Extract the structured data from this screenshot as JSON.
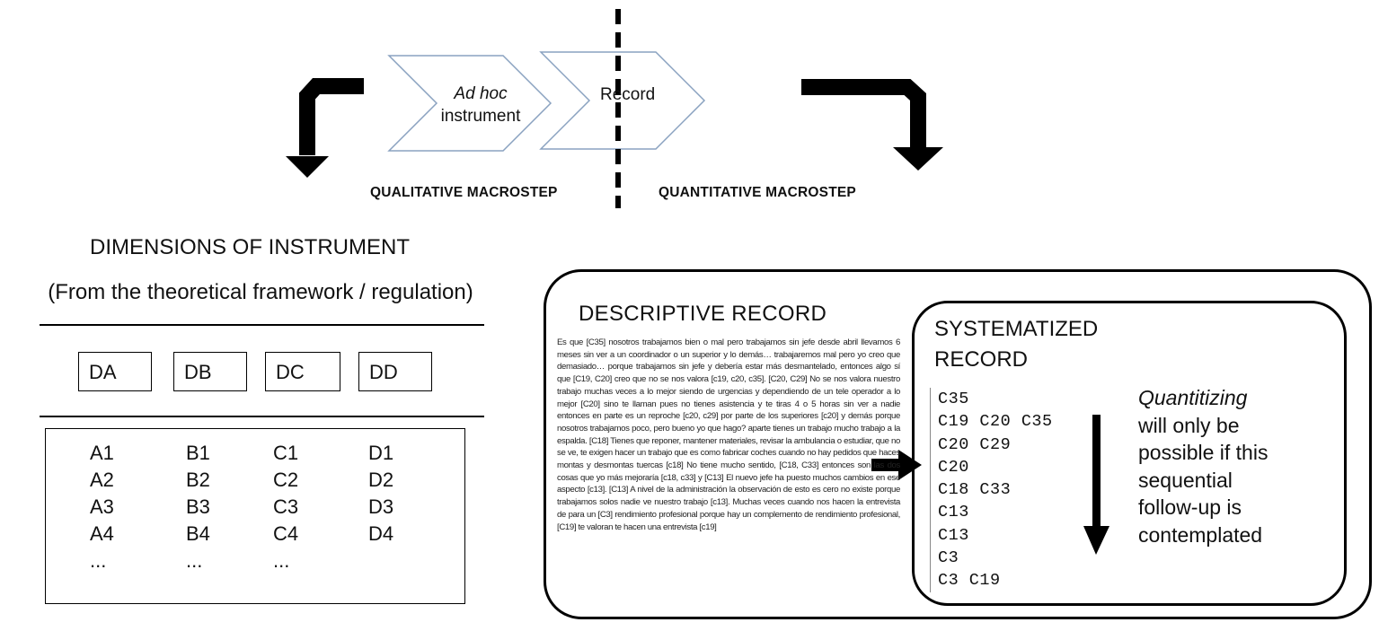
{
  "top_flow": {
    "chevron1": {
      "line1": "Ad hoc",
      "line2": "instrument"
    },
    "chevron2": {
      "label": "Record"
    },
    "qualitative_label": "QUALITATIVE MACROSTEP",
    "quantitative_label": "QUANTITATIVE MACROSTEP"
  },
  "dimensions": {
    "title": "DIMENSIONS OF INSTRUMENT",
    "subtitle": "(From the theoretical framework / regulation)",
    "headers": [
      "DA",
      "DB",
      "DC",
      "DD"
    ],
    "columns": [
      [
        "A1",
        "A2",
        "A3",
        "A4",
        "..."
      ],
      [
        "B1",
        "B2",
        "B3",
        "B4",
        "..."
      ],
      [
        "C1",
        "C2",
        "C3",
        "C4",
        "..."
      ],
      [
        "D1",
        "D2",
        "D3",
        "D4"
      ]
    ]
  },
  "descriptive": {
    "title": "DESCRIPTIVE RECORD",
    "text": "Es que [C35] nosotros trabajamos bien o mal pero trabajamos sin jefe desde abril llevamos 6 meses sin ver a un coordinador o un superior y lo demás… trabajaremos mal pero yo creo que demasiado… porque trabajamos sin jefe y debería estar más desmantelado, entonces algo sí que [C19, C20] creo que no se nos valora [c19, c20, c35]. [C20, C29] No se nos valora nuestro trabajo muchas veces a lo mejor siendo de urgencias y dependiendo de un tele operador a lo mejor [C20] sino te llaman pues no tienes asistencia y te tiras 4 o 5 horas sin ver a nadie entonces en parte es un reproche [c20, c29] por parte de los superiores [c20] y demás porque nosotros trabajamos poco, pero bueno yo que hago? aparte tienes un trabajo mucho trabajo a la espalda. [C18] Tienes que reponer, mantener materiales, revisar la ambulancia o estudiar, que no se ve, te exigen hacer un trabajo que es como fabricar coches cuando no hay pedidos que haces montas y desmontas tuercas [c18]   No tiene mucho sentido, [C18, C33] entonces son las dos cosas que yo más mejoraría [c18, c33] y [C13] El nuevo jefe ha puesto muchos cambios en ese aspecto [c13]. [C13] A nivel de la administración la observación de esto es cero no existe porque trabajamos solos nadie ve nuestro trabajo [c13]. Muchas veces cuando nos hacen la entrevista de para un [C3] rendimiento profesional porque hay un complemento de rendimiento profesional, [C19] te valoran  te hacen una entrevista [c19]"
  },
  "systematized": {
    "title_line1": "SYSTEMATIZED",
    "title_line2": "RECORD",
    "codes": [
      "C35",
      "C19 C20 C35",
      "C20 C29",
      "C20",
      "C18 C33",
      "C13",
      "C13",
      "C3",
      "C3 C19"
    ]
  },
  "note": {
    "line1": "Quantitizing",
    "line2": "will only be",
    "line3": "possible if this",
    "line4": "sequential",
    "line5": "follow-up is",
    "line6": "contemplated"
  }
}
